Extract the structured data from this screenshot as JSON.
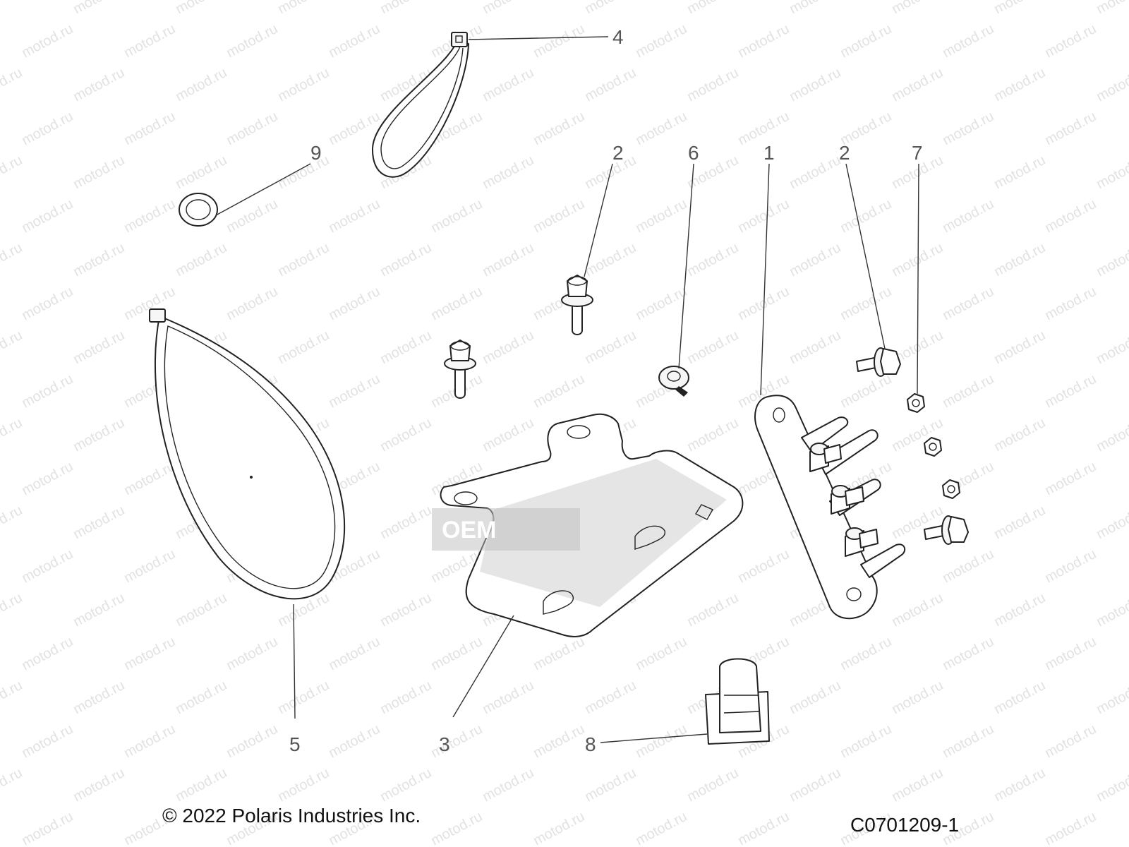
{
  "callouts": [
    "4",
    "9",
    "2",
    "6",
    "1",
    "2",
    "7",
    "5",
    "3",
    "8"
  ],
  "footer": {
    "copyright": "© 2022 Polaris Industries Inc.",
    "code": "C0701209-1"
  },
  "watermark": {
    "text": "motod.ru",
    "stamp": "OEM"
  },
  "colors": {
    "line": "#222222",
    "callout": "#555555",
    "watermark": "#e2e2e2"
  }
}
